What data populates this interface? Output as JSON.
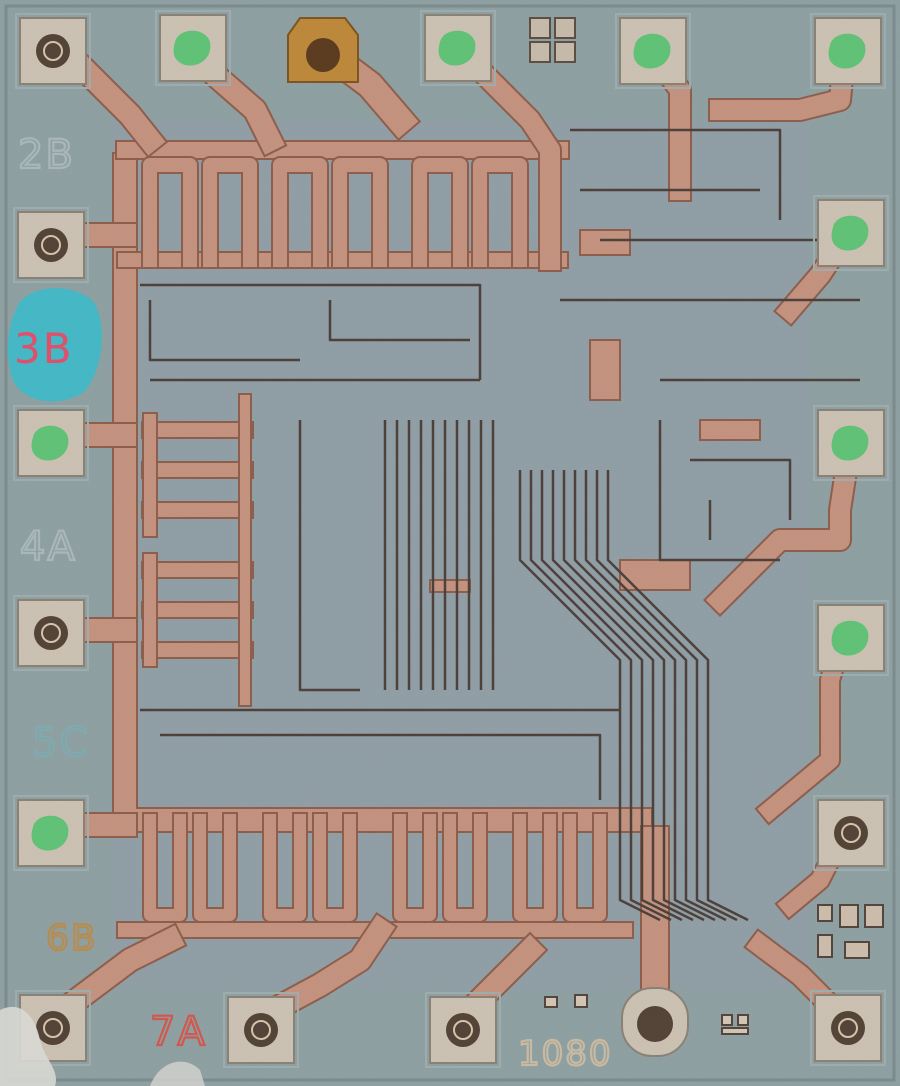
{
  "image": {
    "kind": "integrated-circuit-die-micrograph",
    "colors": {
      "substrate": "#8fa3a6",
      "metal": "#c79582",
      "metal_dark": "#8e5e4c",
      "pad": "#cfc6b8",
      "bond_green": "#5fc779",
      "bond_dark": "#3b2a20",
      "gold_pad": "#c08a3a",
      "label_gray": "#9fb0b5",
      "label_red": "#d0584e",
      "label_gold": "#b58c52",
      "highlight_cyan": "#3fb8c8",
      "highlight_pink": "#e0506a"
    }
  },
  "mask_labels": {
    "l2b": "2B",
    "l3b": "3B",
    "l4a": "4A",
    "l5c": "5C",
    "l6b": "6B",
    "l7a": "7A",
    "part": "1080"
  }
}
